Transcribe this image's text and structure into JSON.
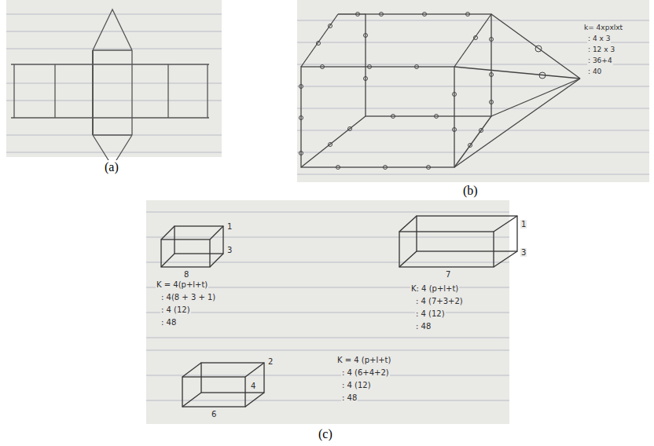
{
  "diagram": {
    "labels": [
      "(a)",
      "(b)",
      "(c)",
      "k= 4xpxlxt",
      ": 4 x 3",
      ": 12 x 3",
      ": 36+4",
      ": 40",
      "1",
      "3",
      "8",
      "K = 4(p+l+t)",
      ": 4(8 + 3 + 1)",
      ": 4 (12)",
      ": 48",
      "1",
      "3",
      "7",
      "K: 4 (p+l+t)",
      ": 4 (7+3+2)",
      ": 4 (12)",
      ": 48",
      "2",
      "4",
      "6",
      "K = 4 (p+l+t)",
      ": 4 (6+4+2)",
      ": 4 (12)",
      ": 48"
    ]
  }
}
